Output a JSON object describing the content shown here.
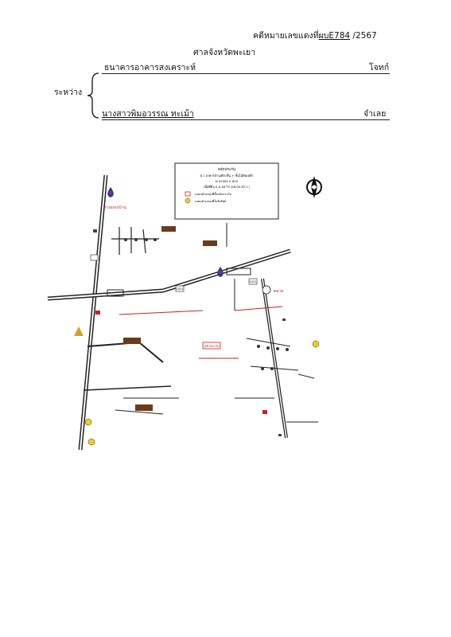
{
  "header": {
    "case_label": "คดีหมายเลขแดงที่",
    "case_number": "ผบE784",
    "case_year": "/2567",
    "court": "ศาลจังหวัดพะเยา"
  },
  "parties": {
    "between_label": "ระหว่าง",
    "plaintiff_name": "ธนาคารอาคารสงเคราะห์",
    "plaintiff_role": "โจทก์",
    "defendant_name": "นางสาวพิมอวรรณ  ทะเม้า",
    "defendant_role": "จำเลย"
  },
  "map": {
    "legend_title": "หลักประกัน",
    "legend_lines": [
      "ต.ว อาคารบ้านเดี่ยวชั้น + ชั้นไม้ติดเหล็ก",
      "N 92461  E 620",
      "เนื้อที่ดิน 0-0-56 ไร่ (56.00 ตร.ว.)"
    ],
    "legend_keys": [
      "แสดงตำแหน่งที่ตั้งหลักประกัน",
      "แสดงตำแหน่งที่ใกล้ทรัพย์"
    ],
    "labels": {
      "top_left": "ทางแยก/บ้าน",
      "road_1021_a": "1021",
      "road_1021_b": "1021",
      "collateral": "หลักประกัน",
      "market": "ตลาด"
    },
    "colors": {
      "road": "#222222",
      "accent_red": "#cc1f1f",
      "yellow": "#f0d020",
      "blue": "#1a3fb0",
      "brown": "#6b3a1a"
    }
  }
}
